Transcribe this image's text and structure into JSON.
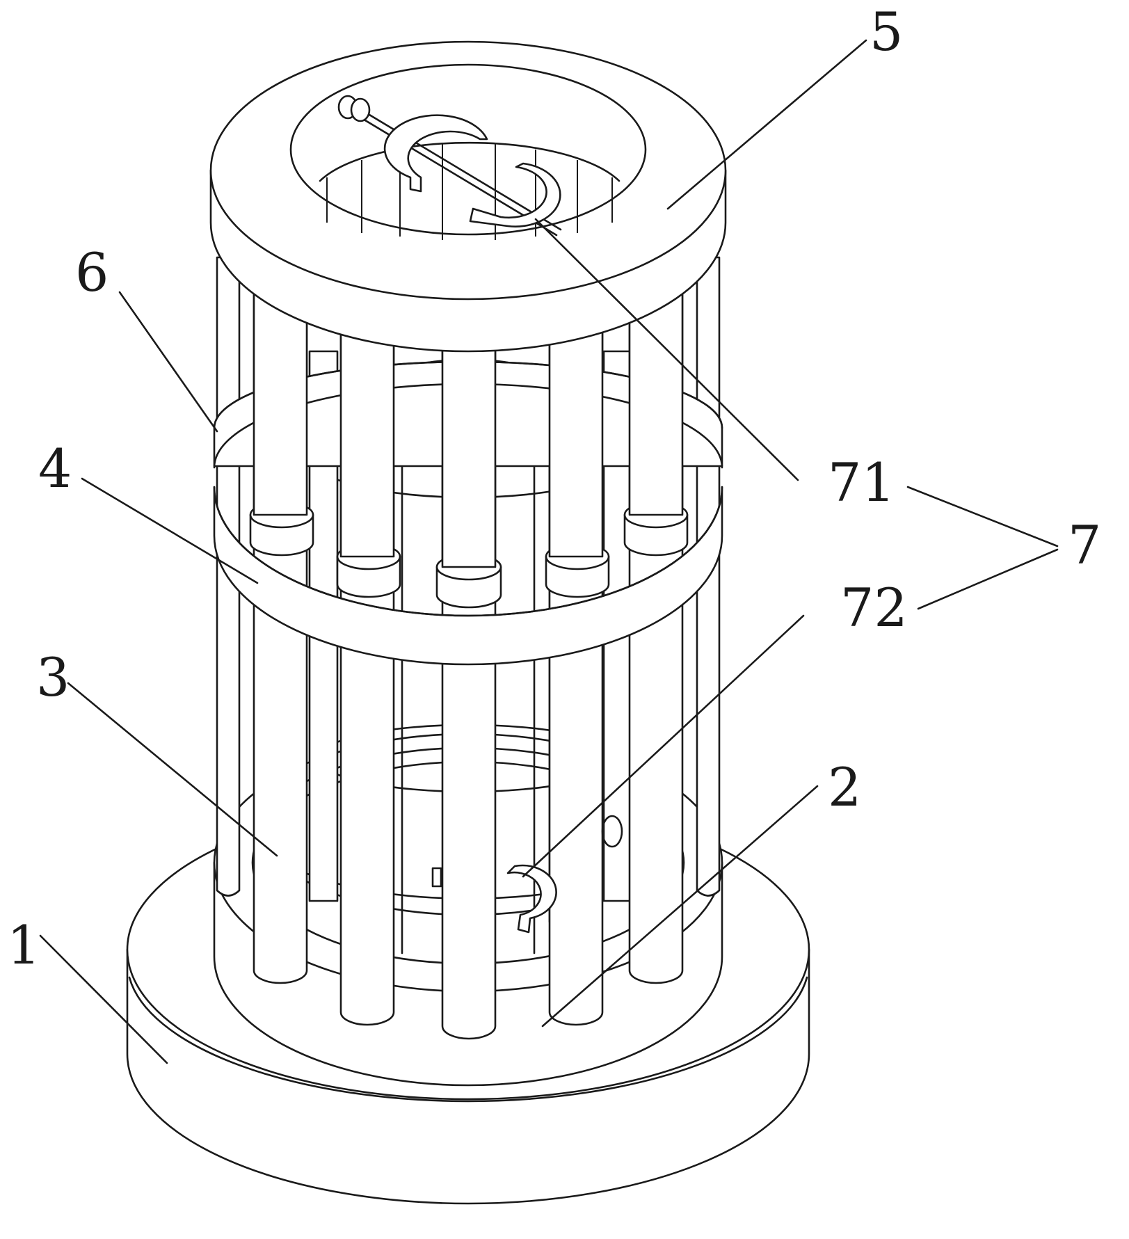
{
  "labels": {
    "l1": "1",
    "l2": "2",
    "l3": "3",
    "l4": "4",
    "l5": "5",
    "l6": "6",
    "l7": "7",
    "l71": "71",
    "l72": "72"
  }
}
